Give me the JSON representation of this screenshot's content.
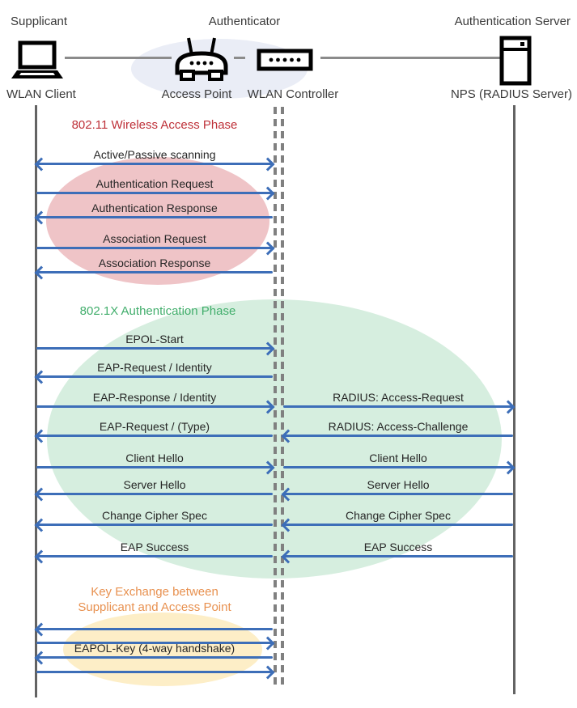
{
  "header": {
    "roles": [
      {
        "label": "Supplicant"
      },
      {
        "label": "Authenticator"
      },
      {
        "label": "Authentication Server"
      }
    ],
    "devices": [
      {
        "label": "WLAN Client",
        "icon": "laptop-icon"
      },
      {
        "label": "Access Point",
        "icon": "access-point-icon"
      },
      {
        "label": "WLAN Controller",
        "icon": "wlan-controller-icon"
      },
      {
        "label": "NPS (RADIUS Server)",
        "icon": "server-icon"
      }
    ]
  },
  "phases": [
    {
      "title": "802.11 Wireless Access Phase",
      "color": "#BE3038",
      "fill": "#EFC4C7"
    },
    {
      "title": "802.1X Authentication Phase",
      "color": "#42AE6C",
      "fill": "#D6EEDF"
    },
    {
      "title_line1": "Key Exchange between",
      "title_line2": "Supplicant and Access Point",
      "color": "#E89150",
      "fill": "#FDEEC7"
    }
  ],
  "messages": [
    {
      "label": "Active/Passive scanning",
      "dir": "both",
      "lane": "left"
    },
    {
      "label": "Authentication Request",
      "dir": "right",
      "lane": "left"
    },
    {
      "label": "Authentication Response",
      "dir": "left",
      "lane": "left"
    },
    {
      "label": "Association Request",
      "dir": "right",
      "lane": "left"
    },
    {
      "label": "Association Response",
      "dir": "left",
      "lane": "left"
    },
    {
      "label": "EPOL-Start",
      "dir": "right",
      "lane": "left"
    },
    {
      "label": "EAP-Request / Identity",
      "dir": "left",
      "lane": "left"
    },
    {
      "label": "EAP-Response / Identity",
      "dir": "right",
      "lane": "left"
    },
    {
      "label": "EAP-Request / (Type)",
      "dir": "left",
      "lane": "left"
    },
    {
      "label": "Client Hello",
      "dir": "right",
      "lane": "left"
    },
    {
      "label": "Server Hello",
      "dir": "left",
      "lane": "left"
    },
    {
      "label": "Change Cipher Spec",
      "dir": "left",
      "lane": "left"
    },
    {
      "label": "EAP Success",
      "dir": "left",
      "lane": "left"
    },
    {
      "label": "RADIUS: Access-Request",
      "dir": "right",
      "lane": "right"
    },
    {
      "label": "RADIUS: Access-Challenge",
      "dir": "left",
      "lane": "right"
    },
    {
      "label": "Client Hello",
      "dir": "right",
      "lane": "right"
    },
    {
      "label": "Server Hello",
      "dir": "left",
      "lane": "right"
    },
    {
      "label": "Change Cipher Spec",
      "dir": "left",
      "lane": "right"
    },
    {
      "label": "EAP Success",
      "dir": "left",
      "lane": "right"
    },
    {
      "label": "",
      "dir": "left",
      "lane": "key"
    },
    {
      "label": "",
      "dir": "right",
      "lane": "key"
    },
    {
      "label": "EAPOL-Key (4-way handshake)",
      "dir": "left",
      "lane": "key"
    },
    {
      "label": "",
      "dir": "right",
      "lane": "key"
    }
  ],
  "colors": {
    "arrow": "#3D6EB8",
    "lifeline": "#636363",
    "dashed_lifeline": "#808080",
    "authenticator_ellipse": "#EAEDF6"
  }
}
